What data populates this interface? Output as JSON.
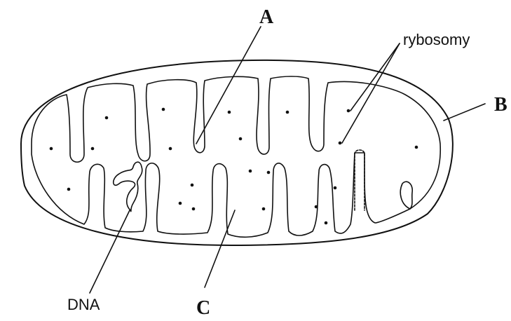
{
  "labels": {
    "a": "A",
    "b": "B",
    "c": "C",
    "ribosomes": "rybosomy",
    "dna": "DNA"
  }
}
